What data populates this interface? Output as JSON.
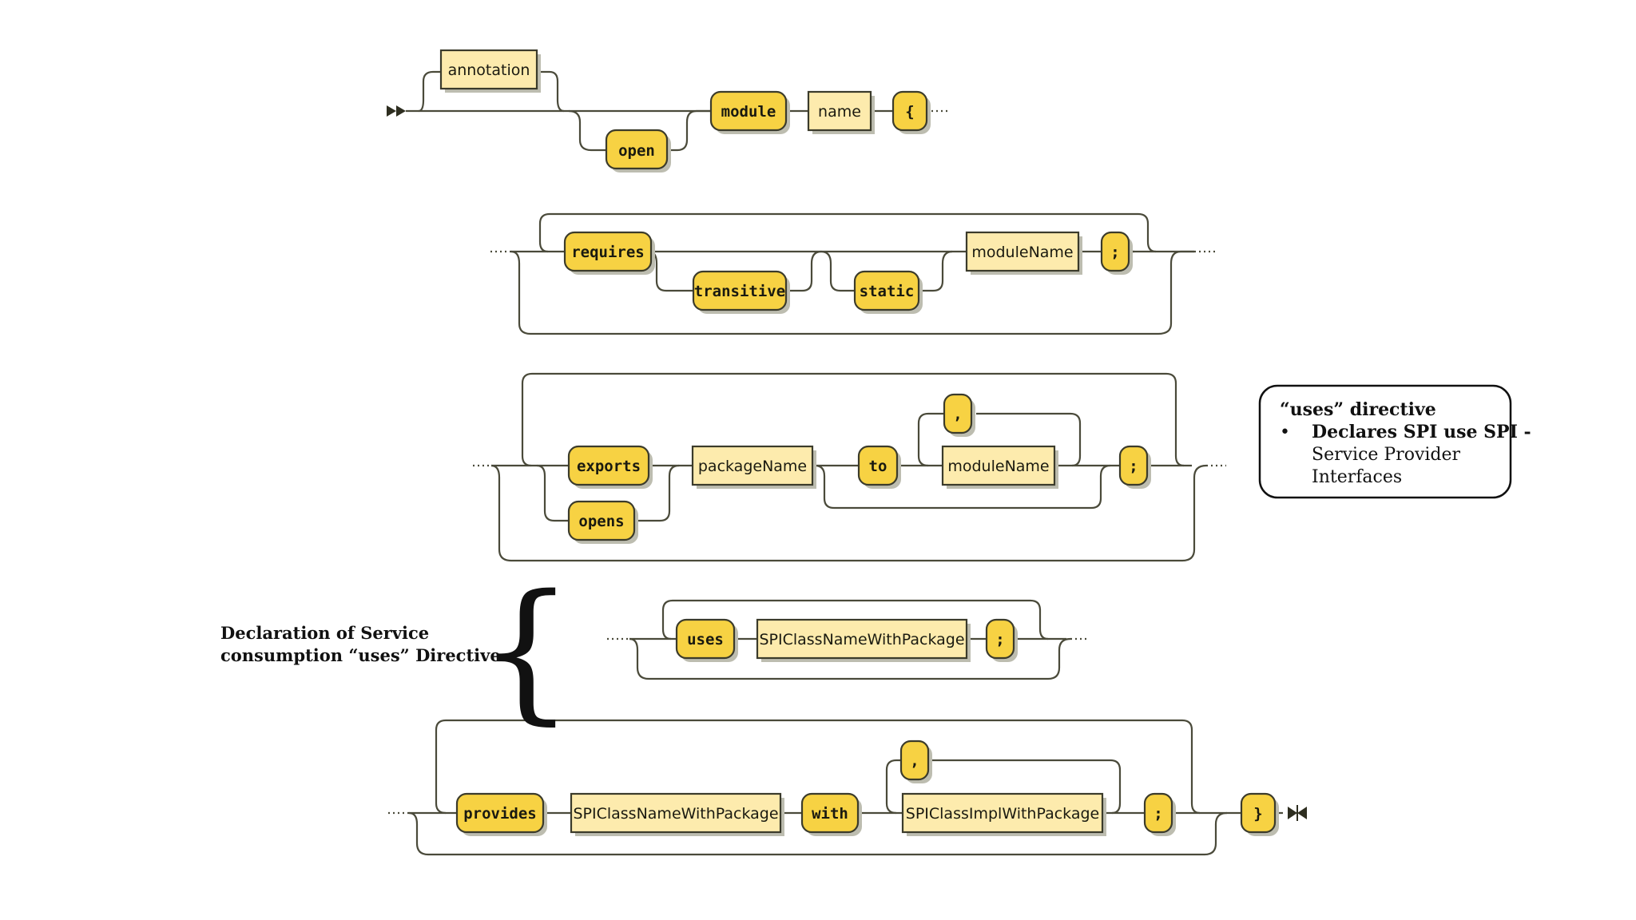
{
  "diagram": {
    "row1": {
      "annotation": "annotation",
      "open": "open",
      "module": "module",
      "name": "name",
      "lbrace": "{"
    },
    "row2": {
      "requires": "requires",
      "transitive": "transitive",
      "static": "static",
      "moduleName": "moduleName",
      "semicolon": ";"
    },
    "row3": {
      "exports": "exports",
      "opens": "opens",
      "packageName": "packageName",
      "to": "to",
      "comma": ",",
      "moduleName": "moduleName",
      "semicolon": ";"
    },
    "row4": {
      "uses": "uses",
      "spiClass": "SPIClassNameWithPackage",
      "semicolon": ";"
    },
    "row5": {
      "provides": "provides",
      "spiClass": "SPIClassNameWithPackage",
      "with": "with",
      "comma": ",",
      "spiImpl": "SPIClassImplWithPackage",
      "semicolon": ";",
      "rbrace": "}"
    }
  },
  "callout": {
    "title": "“uses” directive",
    "bullet": "•",
    "line1": "Declares SPI use  SPI -",
    "line2": "Service Provider",
    "line3": "Interfaces"
  },
  "side_note": {
    "line1": "Declaration of  Service",
    "line2": "consumption “uses” Directive",
    "brace": "{"
  }
}
